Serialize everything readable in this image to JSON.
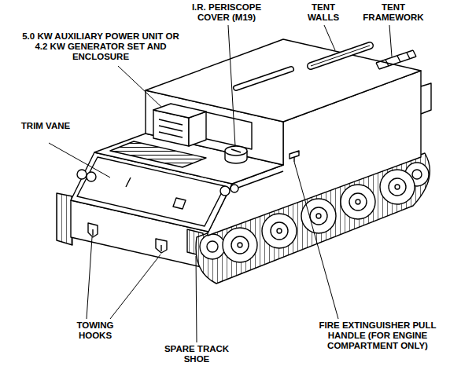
{
  "diagram": {
    "labels": [
      "5.0 KW AUXILIARY POWER UNIT OR 4.2 KW GENERATOR SET AND ENCLOSURE",
      "I.R. PERISCOPE COVER (M19)",
      "TENT WALLS",
      "TENT FRAMEWORK",
      "TRIM VANE",
      "TOWING HOOKS",
      "SPARE TRACK SHOE",
      "FIRE EXTINGUISHER PULL HANDLE (FOR ENGINE COMPARTMENT ONLY)"
    ]
  }
}
